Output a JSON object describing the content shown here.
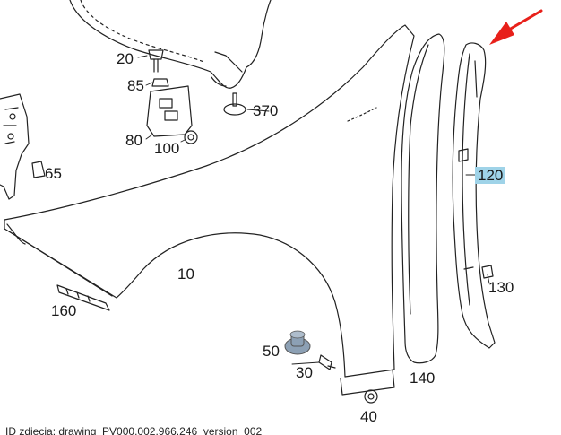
{
  "labels": {
    "p10": "10",
    "p20": "20",
    "p30": "30",
    "p40": "40",
    "p50": "50",
    "p65": "65",
    "p80": "80",
    "p85": "85",
    "p100": "100",
    "p120": "120",
    "p130": "130",
    "p140": "140",
    "p160": "160",
    "p370": "370"
  },
  "highlight_color": "#9fd3e8",
  "arrow_color": "#e8201a",
  "caption": "ID zdjecia: drawing_PV000.002.966.246_version_002"
}
